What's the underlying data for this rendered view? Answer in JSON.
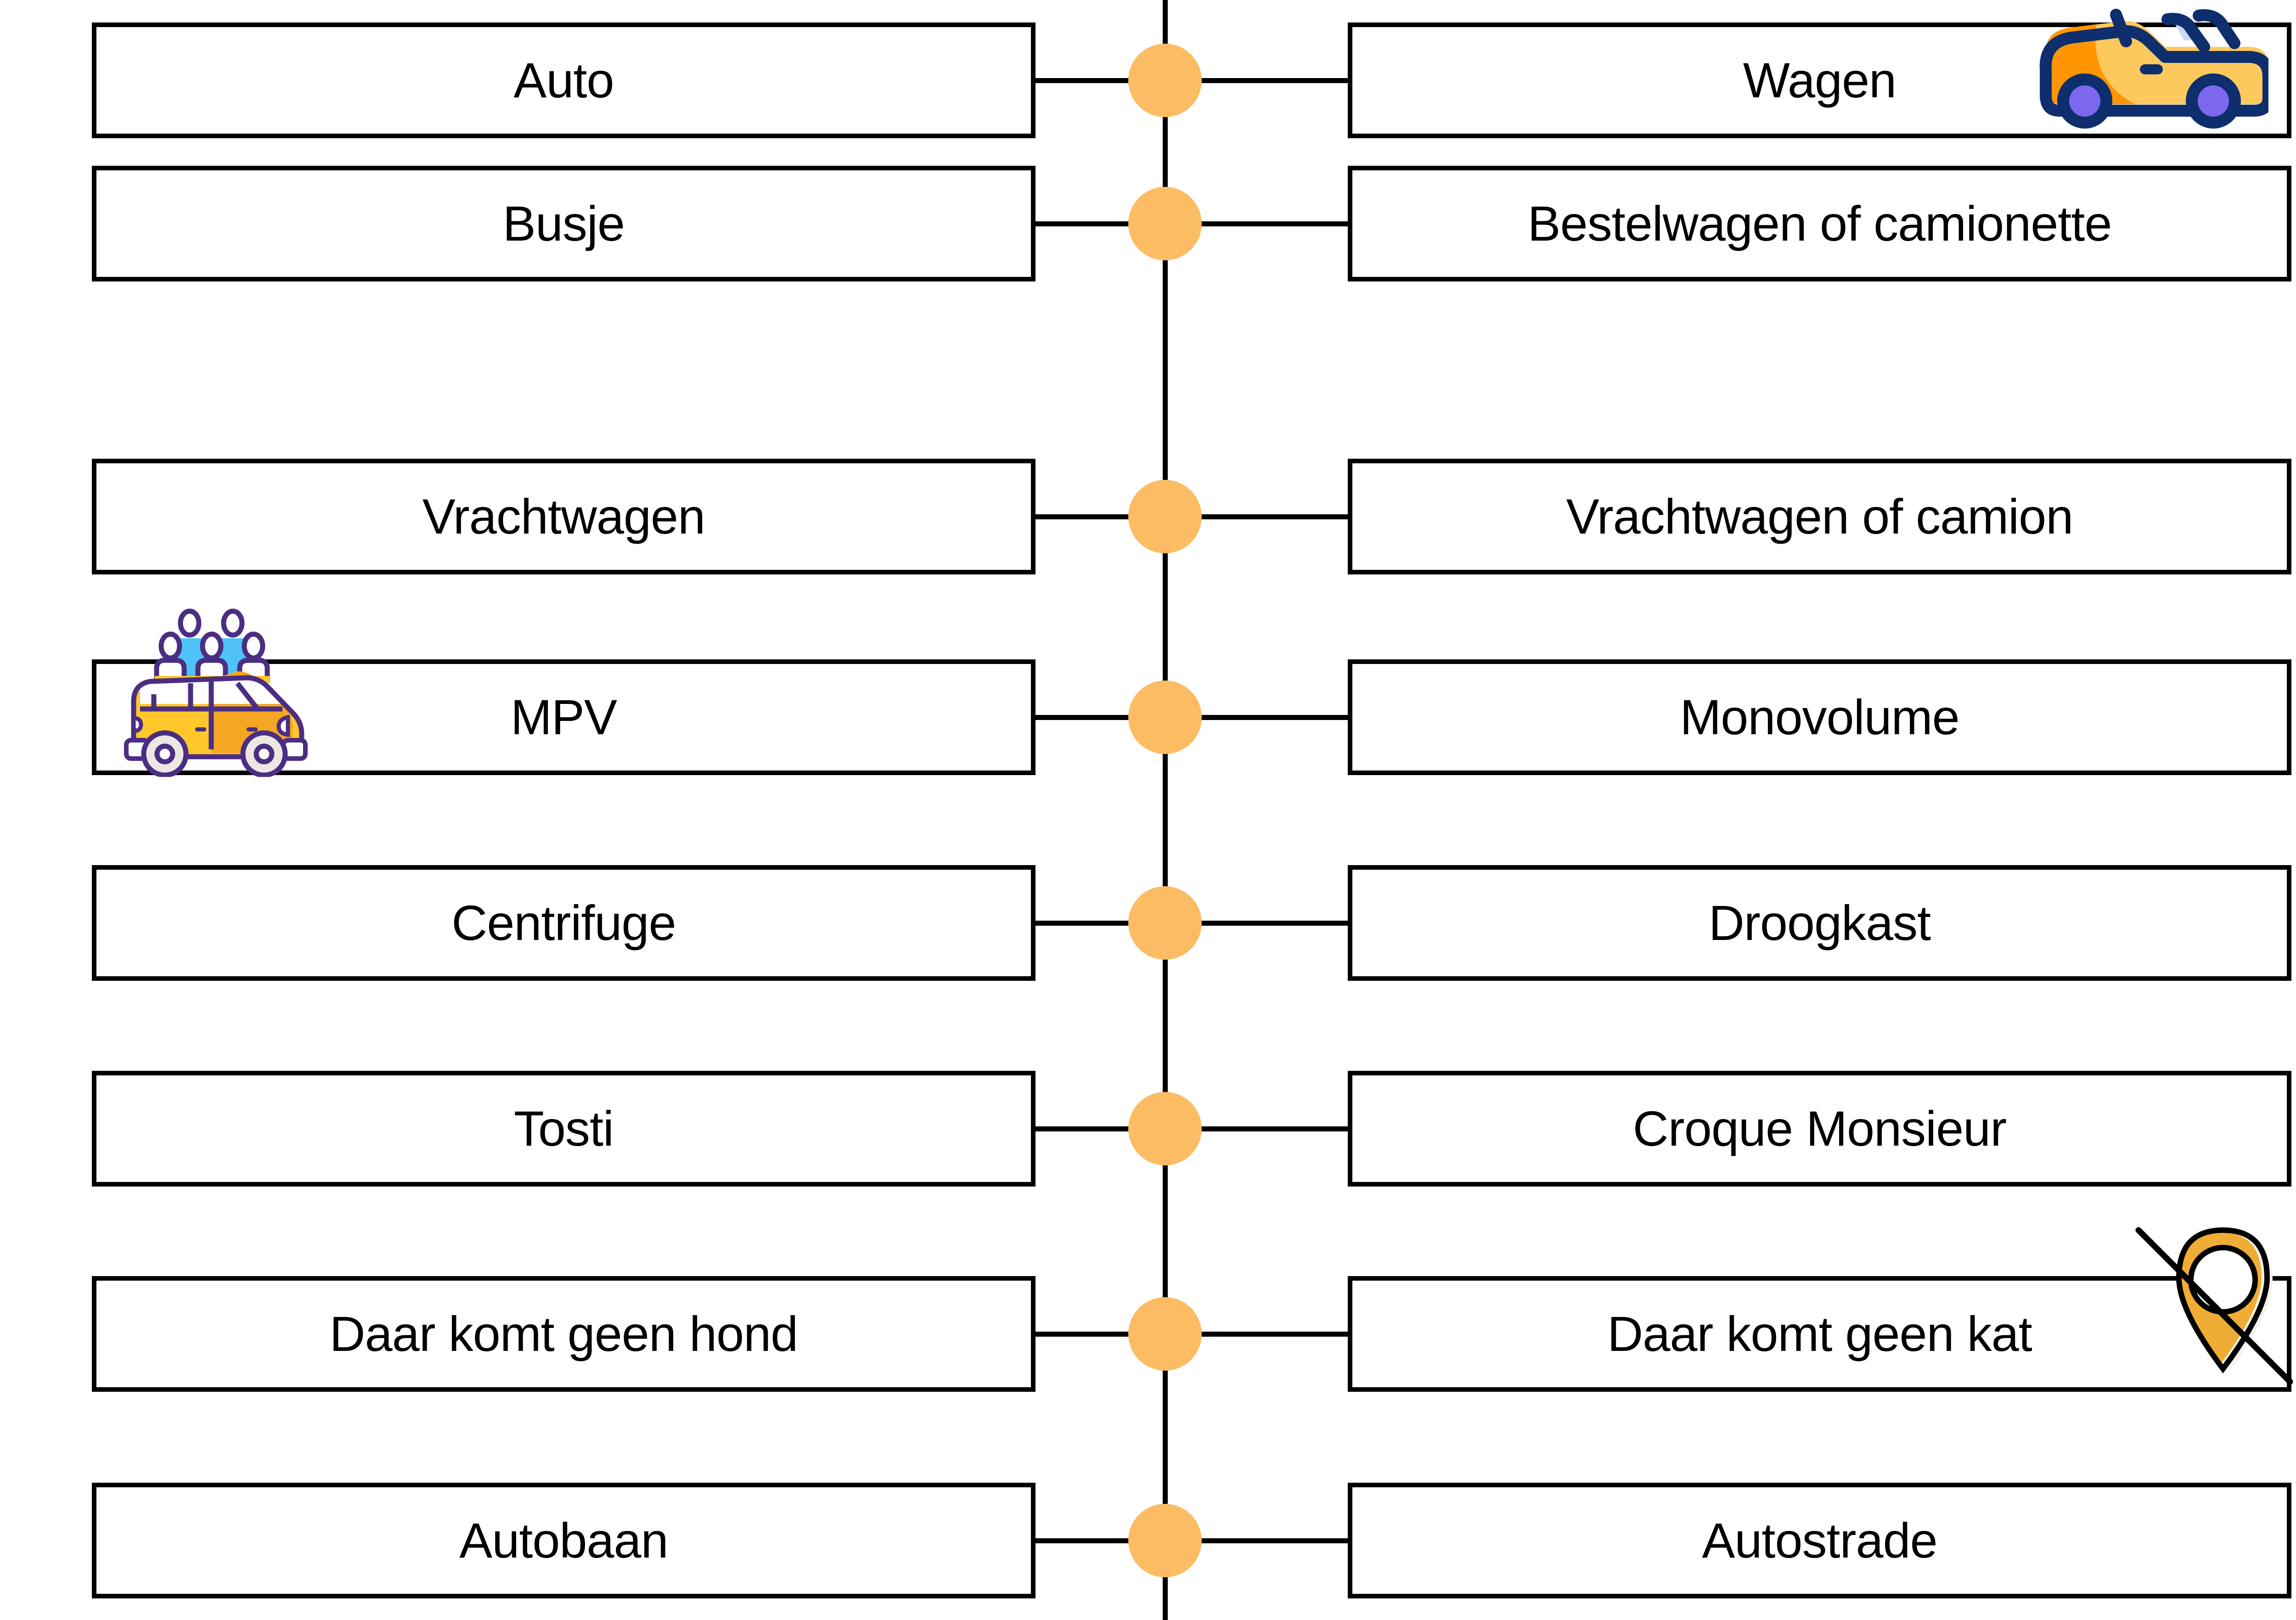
{
  "diagram": {
    "type": "two-column-matching-diagram",
    "title": "",
    "colors": {
      "node_fill": "#FCBC64",
      "line": "#000000",
      "box_border": "#000000",
      "box_fill": "#FFFFFF",
      "page_background": "#FFFFFF"
    },
    "rows": [
      {
        "id": "row-1",
        "left": "Auto",
        "right": "Wagen"
      },
      {
        "id": "row-2",
        "left": "Busje",
        "right": "Bestelwagen of camionette"
      },
      {
        "id": "row-3",
        "left": "Vrachtwagen",
        "right": "Vrachtwagen of camion"
      },
      {
        "id": "row-4",
        "left": "MPV",
        "right": "Monovolume"
      },
      {
        "id": "row-5",
        "left": "Centrifuge",
        "right": "Droogkast"
      },
      {
        "id": "row-6",
        "left": "Tosti",
        "right": "Croque Monsieur"
      },
      {
        "id": "row-7",
        "left": "Daar komt geen hond",
        "right": "Daar komt geen kat"
      },
      {
        "id": "row-8",
        "left": "Autobaan",
        "right": "Autostrade"
      }
    ],
    "illustrations": [
      {
        "name": "convertible-car-icon",
        "position": "top-right",
        "row": "row-1",
        "colors": [
          "#0E2E6E",
          "#FFC857",
          "#FF9500",
          "#7B68EE",
          "#CBD8F5"
        ]
      },
      {
        "name": "mpv-minivan-with-passengers-icon",
        "position": "left",
        "row": "row-4",
        "colors": [
          "#4B2E83",
          "#FFC72C",
          "#F5A623",
          "#4FC3F7",
          "#EDE7E4"
        ]
      },
      {
        "name": "location-pin-off-icon",
        "position": "right",
        "row": "row-7",
        "colors": [
          "#F0AD36",
          "#000000",
          "#F5F2ED"
        ]
      }
    ]
  }
}
